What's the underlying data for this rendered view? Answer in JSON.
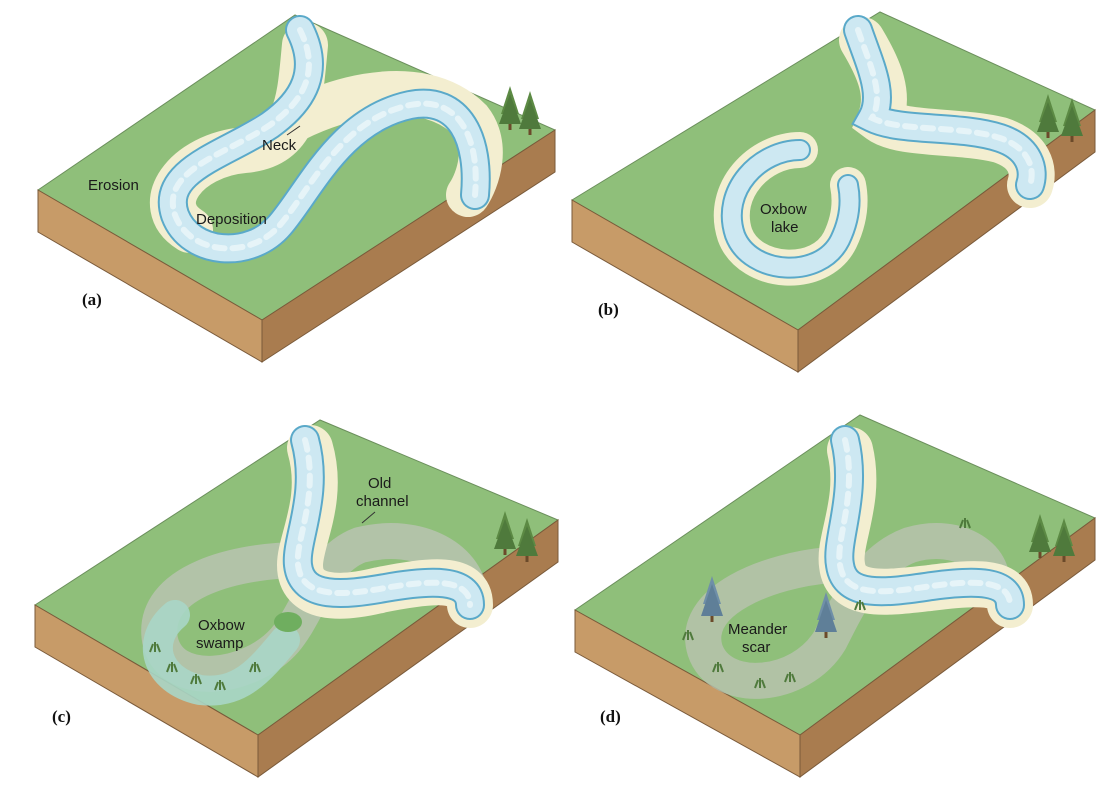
{
  "panels": [
    {
      "id": "a",
      "caption": "(a)",
      "labels": {
        "erosion": "Erosion",
        "neck": "Neck",
        "deposition": "Deposition"
      }
    },
    {
      "id": "b",
      "caption": "(b)",
      "labels": {
        "oxbow_lake_1": "Oxbow",
        "oxbow_lake_2": "lake"
      }
    },
    {
      "id": "c",
      "caption": "(c)",
      "labels": {
        "old_channel_1": "Old",
        "old_channel_2": "channel",
        "oxbow_swamp_1": "Oxbow",
        "oxbow_swamp_2": "swamp"
      }
    },
    {
      "id": "d",
      "caption": "(d)",
      "labels": {
        "meander_scar_1": "Meander",
        "meander_scar_2": "scar"
      }
    }
  ],
  "colors": {
    "land_top": "#8fbf7a",
    "land_side_front": "#c79b68",
    "land_side_right": "#a97c4f",
    "water": "#cde8f2",
    "water_edge": "#5aa9c9",
    "sand": "#f3eed0",
    "old_channel": "#b9c3b0",
    "tree": "#4f7a3c"
  }
}
